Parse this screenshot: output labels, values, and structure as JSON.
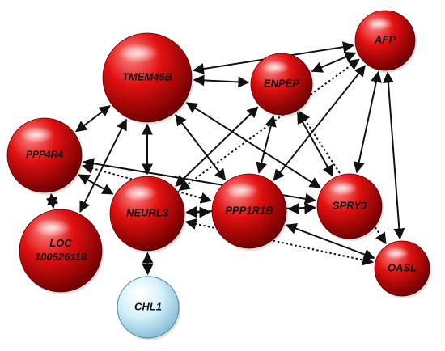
{
  "colors": {
    "node_red_light": "#ff8a8a",
    "node_red_mid": "#e01010",
    "node_red_dark": "#6e0000",
    "node_blue_light": "#ffffff",
    "node_blue_mid": "#d6f1fb",
    "node_blue_dark": "#7fb9d4",
    "edge": "#111111"
  },
  "nodes": [
    {
      "id": "tmem45b",
      "label_lines": [
        "TMEM45B"
      ],
      "kind": "red"
    },
    {
      "id": "enpep",
      "label_lines": [
        "ENPEP"
      ],
      "kind": "red"
    },
    {
      "id": "afp",
      "label_lines": [
        "AFP"
      ],
      "kind": "red"
    },
    {
      "id": "ppp4r4",
      "label_lines": [
        "PPP4R4"
      ],
      "kind": "red"
    },
    {
      "id": "neurl3",
      "label_lines": [
        "NEURL3"
      ],
      "kind": "red"
    },
    {
      "id": "ppp1r1b",
      "label_lines": [
        "PPP1R1B"
      ],
      "kind": "red"
    },
    {
      "id": "spry3",
      "label_lines": [
        "SPRY3"
      ],
      "kind": "red"
    },
    {
      "id": "loc",
      "label_lines": [
        "LOC",
        "100526118"
      ],
      "kind": "red"
    },
    {
      "id": "oasl",
      "label_lines": [
        "OASL"
      ],
      "kind": "red"
    },
    {
      "id": "chl1",
      "label_lines": [
        "CHL1"
      ],
      "kind": "blue"
    }
  ],
  "edges": [
    {
      "from": "tmem45b",
      "to": "afp",
      "style": "solid"
    },
    {
      "from": "tmem45b",
      "to": "enpep",
      "style": "solid"
    },
    {
      "from": "tmem45b",
      "to": "ppp4r4",
      "style": "solid"
    },
    {
      "from": "tmem45b",
      "to": "neurl3",
      "style": "solid"
    },
    {
      "from": "tmem45b",
      "to": "loc",
      "style": "solid"
    },
    {
      "from": "tmem45b",
      "to": "ppp1r1b",
      "style": "solid"
    },
    {
      "from": "tmem45b",
      "to": "spry3",
      "style": "solid"
    },
    {
      "from": "enpep",
      "to": "afp",
      "style": "solid"
    },
    {
      "from": "enpep",
      "to": "neurl3",
      "style": "solid"
    },
    {
      "from": "enpep",
      "to": "ppp1r1b",
      "style": "solid"
    },
    {
      "from": "enpep",
      "to": "spry3",
      "style": "solid"
    },
    {
      "from": "enpep",
      "to": "oasl",
      "style": "dotted"
    },
    {
      "from": "afp",
      "to": "neurl3",
      "style": "dotted"
    },
    {
      "from": "afp",
      "to": "ppp1r1b",
      "style": "solid"
    },
    {
      "from": "afp",
      "to": "spry3",
      "style": "solid"
    },
    {
      "from": "afp",
      "to": "oasl",
      "style": "solid"
    },
    {
      "from": "ppp4r4",
      "to": "neurl3",
      "style": "solid"
    },
    {
      "from": "ppp4r4",
      "to": "ppp1r1b",
      "style": "dotted"
    },
    {
      "from": "ppp4r4",
      "to": "spry3",
      "style": "solid"
    },
    {
      "from": "ppp4r4",
      "to": "loc",
      "style": "solid"
    },
    {
      "from": "neurl3",
      "to": "ppp1r1b",
      "style": "solid"
    },
    {
      "from": "neurl3",
      "to": "spry3",
      "style": "solid"
    },
    {
      "from": "neurl3",
      "to": "oasl",
      "style": "dotted"
    },
    {
      "from": "neurl3",
      "to": "chl1",
      "style": "dotted"
    },
    {
      "from": "ppp1r1b",
      "to": "spry3",
      "style": "solid"
    },
    {
      "from": "ppp1r1b",
      "to": "oasl",
      "style": "solid"
    }
  ]
}
